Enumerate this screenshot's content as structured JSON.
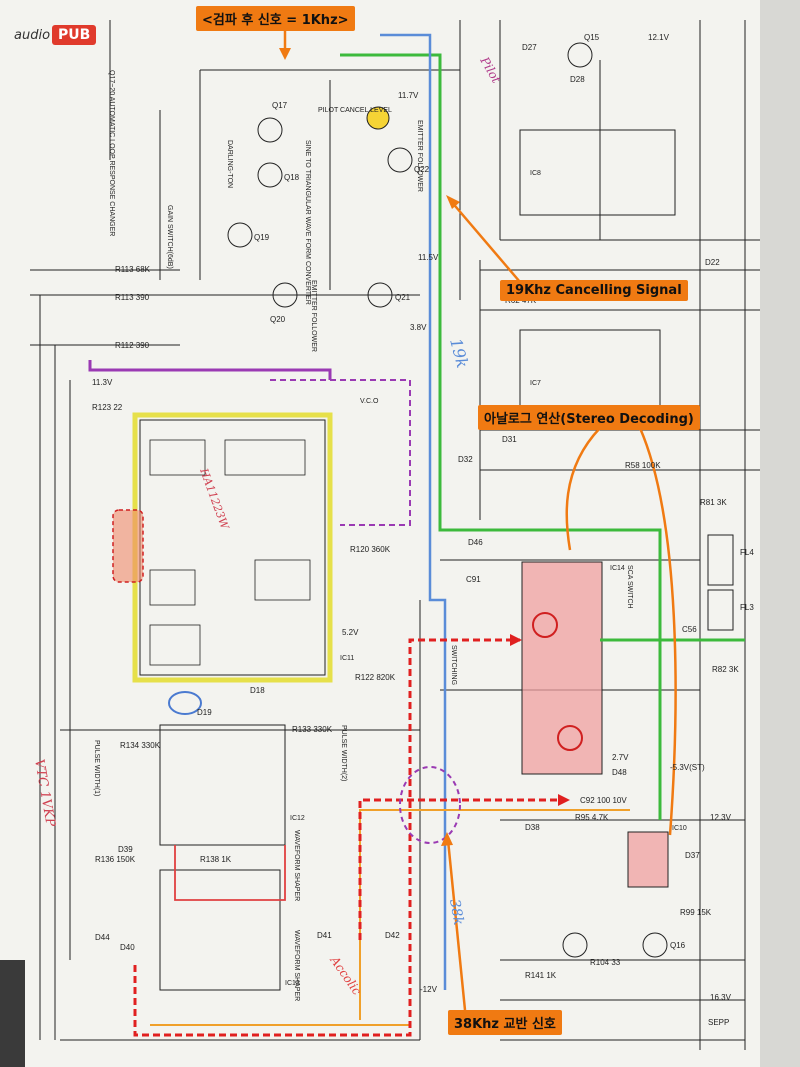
{
  "brand": {
    "prefix": "audio",
    "name": "PUB"
  },
  "callouts": {
    "detected_signal": "<검파 후 신호 = 1Khz>",
    "cancel_signal": "19Khz Cancelling Signal",
    "stereo_decoding": "아날로그 연산(Stereo Decoding)",
    "switching_signal": "38Khz 교반 신호"
  },
  "blocks": {
    "auto_loop": "Q17~20 AUTOMATIC LOOP RESPONSE CHANGER",
    "pilot_cancel": "PILOT CANCEL LEVEL",
    "emitter_follower_1": "EMITTER FOLLOWER",
    "emitter_follower_2": "EMITTER FOLLOWER",
    "triangle_conv": "SINE TO TRIANGULAR WAVE FORM CONVERTER",
    "gain_switch": "GAIN SWITCH(6dB)",
    "darlington": "DARLING-TON",
    "sca_switch": "SCA SWITCH",
    "switching": "SWITCHING",
    "pulse_width": "PULSE WIDTH(1)",
    "pulse_width_2": "PULSE WIDTH(2)",
    "waveform_shaper": "WAVEFORM SHAPER",
    "waveform_shaper_2": "WAVEFORM SHAPER",
    "vco": "V.C.O",
    "ic11": "IC11",
    "ic12": "IC12",
    "ic13": "IC13",
    "ic14": "IC14",
    "ic10": "IC10",
    "ic7": "IC7",
    "ic8": "IC8"
  },
  "labels": {
    "r113": "R113 68K",
    "r113b": "R113 390",
    "r112": "R112 390",
    "r123": "R123 22",
    "r120": "R120 360K",
    "r122": "R122 820K",
    "r134": "R134 330K",
    "r133": "R133 330K",
    "r138": "R138 1K",
    "r95": "R95 4.7K",
    "r81": "R81 3K",
    "r82": "R82 3K",
    "r62": "R62 47K",
    "r58": "R58 100K",
    "r136": "R136 150K",
    "r141": "R141 1K",
    "r99": "R99 15K",
    "r104": "R104 33",
    "d19": "D19",
    "d18": "D18",
    "d41": "D41",
    "d42": "D42",
    "d44": "D44",
    "d40": "D40",
    "d39": "D39",
    "d46": "D46",
    "d48": "D48",
    "d31": "D31",
    "d32": "D32",
    "d38": "D38",
    "d37": "D37",
    "d27": "D27",
    "d28": "D28",
    "d22": "D22",
    "q17": "Q17",
    "q18": "Q18",
    "q19": "Q19",
    "q20": "Q20",
    "q21": "Q21",
    "q22": "Q22",
    "q15": "Q15",
    "q16": "Q16",
    "c56": "C56",
    "c91": "C91",
    "c92": "C92 100 10V",
    "v117": "11.7V",
    "v38": "3.8V",
    "v115": "11.5V",
    "v52": "5.2V",
    "v121": "12.1V",
    "v123": "12.3V",
    "v163": "16.3V",
    "v12": "-12V",
    "v11": "11.3V",
    "v27": "2.7V",
    "v53": "-5.3V(ST)",
    "sepp": "SEPP",
    "fl4": "FL4",
    "fl3": "FL3"
  },
  "notes": {
    "n1": "19k",
    "n2": "38k",
    "n3": "Pilot",
    "n4": "HA11223W",
    "n5": "Accolic",
    "n6": "VTC 1VKP"
  },
  "colors": {
    "callout_bg": "#f07a12",
    "stereo_block": "#f0a0a0",
    "yellow_path": "#e6e04a",
    "purple_path": "#9a3ab3",
    "green_path": "#3cba3c",
    "blue_path": "#5a8cd8",
    "red_dashed": "#e02020"
  }
}
